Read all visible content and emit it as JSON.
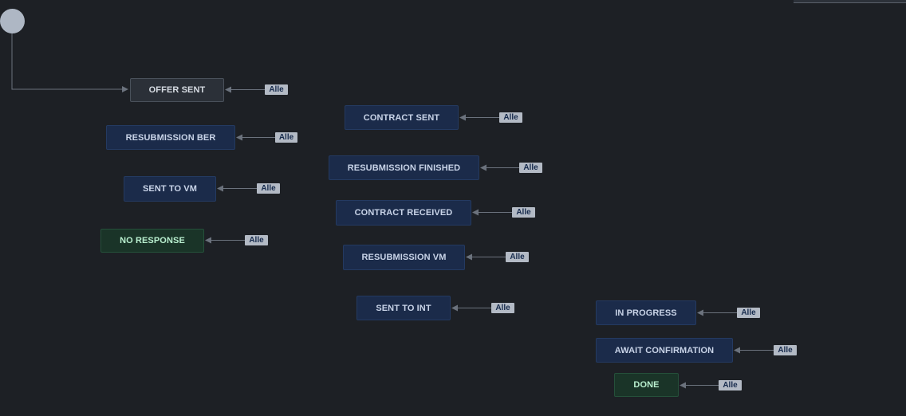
{
  "colors": {
    "canvas": "#1d2025",
    "todo": "#2b3038",
    "in_progress": "#1b2b4a",
    "done": "#1a3428",
    "tag": "#b3bac5",
    "edge": "#6b727d"
  },
  "start_node": {
    "icon": "circle"
  },
  "transition_label": "Alle",
  "statuses": [
    {
      "id": "offer-sent",
      "label": "OFFER SENT",
      "category": "todo"
    },
    {
      "id": "resubmission-ber",
      "label": "RESUBMISSION BER",
      "category": "inprogress"
    },
    {
      "id": "sent-to-vm",
      "label": "SENT TO VM",
      "category": "inprogress"
    },
    {
      "id": "no-response",
      "label": "NO RESPONSE",
      "category": "done"
    },
    {
      "id": "contract-sent",
      "label": "CONTRACT SENT",
      "category": "inprogress"
    },
    {
      "id": "resubmission-finished",
      "label": "RESUBMISSION FINISHED",
      "category": "inprogress"
    },
    {
      "id": "contract-received",
      "label": "CONTRACT RECEIVED",
      "category": "inprogress"
    },
    {
      "id": "resubmission-vm",
      "label": "RESUBMISSION VM",
      "category": "inprogress"
    },
    {
      "id": "sent-to-int",
      "label": "SENT TO INT",
      "category": "inprogress"
    },
    {
      "id": "in-progress",
      "label": "IN PROGRESS",
      "category": "inprogress"
    },
    {
      "id": "await-confirmation",
      "label": "AWAIT CONFIRMATION",
      "category": "inprogress"
    },
    {
      "id": "done",
      "label": "DONE",
      "category": "done"
    }
  ]
}
